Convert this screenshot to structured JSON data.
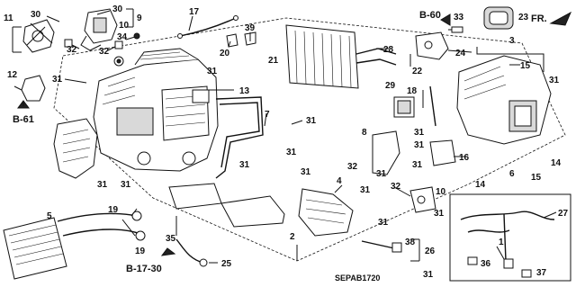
{
  "callouts": [
    {
      "id": "c30a",
      "text": "30"
    },
    {
      "id": "c30b",
      "text": "30"
    },
    {
      "id": "c9",
      "text": "9"
    },
    {
      "id": "c11",
      "text": "11"
    },
    {
      "id": "c32a",
      "text": "32"
    },
    {
      "id": "c34",
      "text": "34"
    },
    {
      "id": "c10",
      "text": "10"
    },
    {
      "id": "c32b",
      "text": "32"
    },
    {
      "id": "c31a",
      "text": "31"
    },
    {
      "id": "c17",
      "text": "17"
    },
    {
      "id": "c39",
      "text": "39"
    },
    {
      "id": "c20",
      "text": "20"
    },
    {
      "id": "c12",
      "text": "12"
    },
    {
      "id": "c31b",
      "text": "31"
    },
    {
      "id": "c13",
      "text": "13"
    },
    {
      "id": "c7",
      "text": "7"
    },
    {
      "id": "c31c",
      "text": "31"
    },
    {
      "id": "c31d",
      "text": "31"
    },
    {
      "id": "c31e",
      "text": "31"
    },
    {
      "id": "c31f",
      "text": "31"
    },
    {
      "id": "c31g",
      "text": "31"
    },
    {
      "id": "c31h",
      "text": "31"
    },
    {
      "id": "c21",
      "text": "21"
    },
    {
      "id": "c28",
      "text": "28"
    },
    {
      "id": "c22",
      "text": "22"
    },
    {
      "id": "c29",
      "text": "29"
    },
    {
      "id": "c33",
      "text": "33"
    },
    {
      "id": "c23",
      "text": "23"
    },
    {
      "id": "c24",
      "text": "24"
    },
    {
      "id": "c3",
      "text": "3"
    },
    {
      "id": "c15a",
      "text": "15"
    },
    {
      "id": "c31i",
      "text": "31"
    },
    {
      "id": "c18",
      "text": "18"
    },
    {
      "id": "c8",
      "text": "8"
    },
    {
      "id": "c31j",
      "text": "31"
    },
    {
      "id": "c32c",
      "text": "32"
    },
    {
      "id": "c31k",
      "text": "31"
    },
    {
      "id": "c16",
      "text": "16"
    },
    {
      "id": "c31l",
      "text": "31"
    },
    {
      "id": "c14a",
      "text": "14"
    },
    {
      "id": "c6",
      "text": "6"
    },
    {
      "id": "c14b",
      "text": "14"
    },
    {
      "id": "c15b",
      "text": "15"
    },
    {
      "id": "c31m",
      "text": "31"
    },
    {
      "id": "c32d",
      "text": "32"
    },
    {
      "id": "c31n",
      "text": "31"
    },
    {
      "id": "c10b",
      "text": "10"
    },
    {
      "id": "c31o",
      "text": "31"
    },
    {
      "id": "c4",
      "text": "4"
    },
    {
      "id": "c31p",
      "text": "31"
    },
    {
      "id": "c5",
      "text": "5"
    },
    {
      "id": "c19a",
      "text": "19"
    },
    {
      "id": "c19b",
      "text": "19"
    },
    {
      "id": "c35",
      "text": "35"
    },
    {
      "id": "c25",
      "text": "25"
    },
    {
      "id": "c2",
      "text": "2"
    },
    {
      "id": "c38",
      "text": "38"
    },
    {
      "id": "c26",
      "text": "26"
    },
    {
      "id": "c31q",
      "text": "31"
    },
    {
      "id": "c27",
      "text": "27"
    },
    {
      "id": "c1",
      "text": "1"
    },
    {
      "id": "c36",
      "text": "36"
    },
    {
      "id": "c37",
      "text": "37"
    }
  ],
  "references": {
    "b60": "B-60",
    "b61": "B-61",
    "b1730": "B-17-30",
    "fr": "FR.",
    "diagram_code": "SEPAB1720"
  }
}
